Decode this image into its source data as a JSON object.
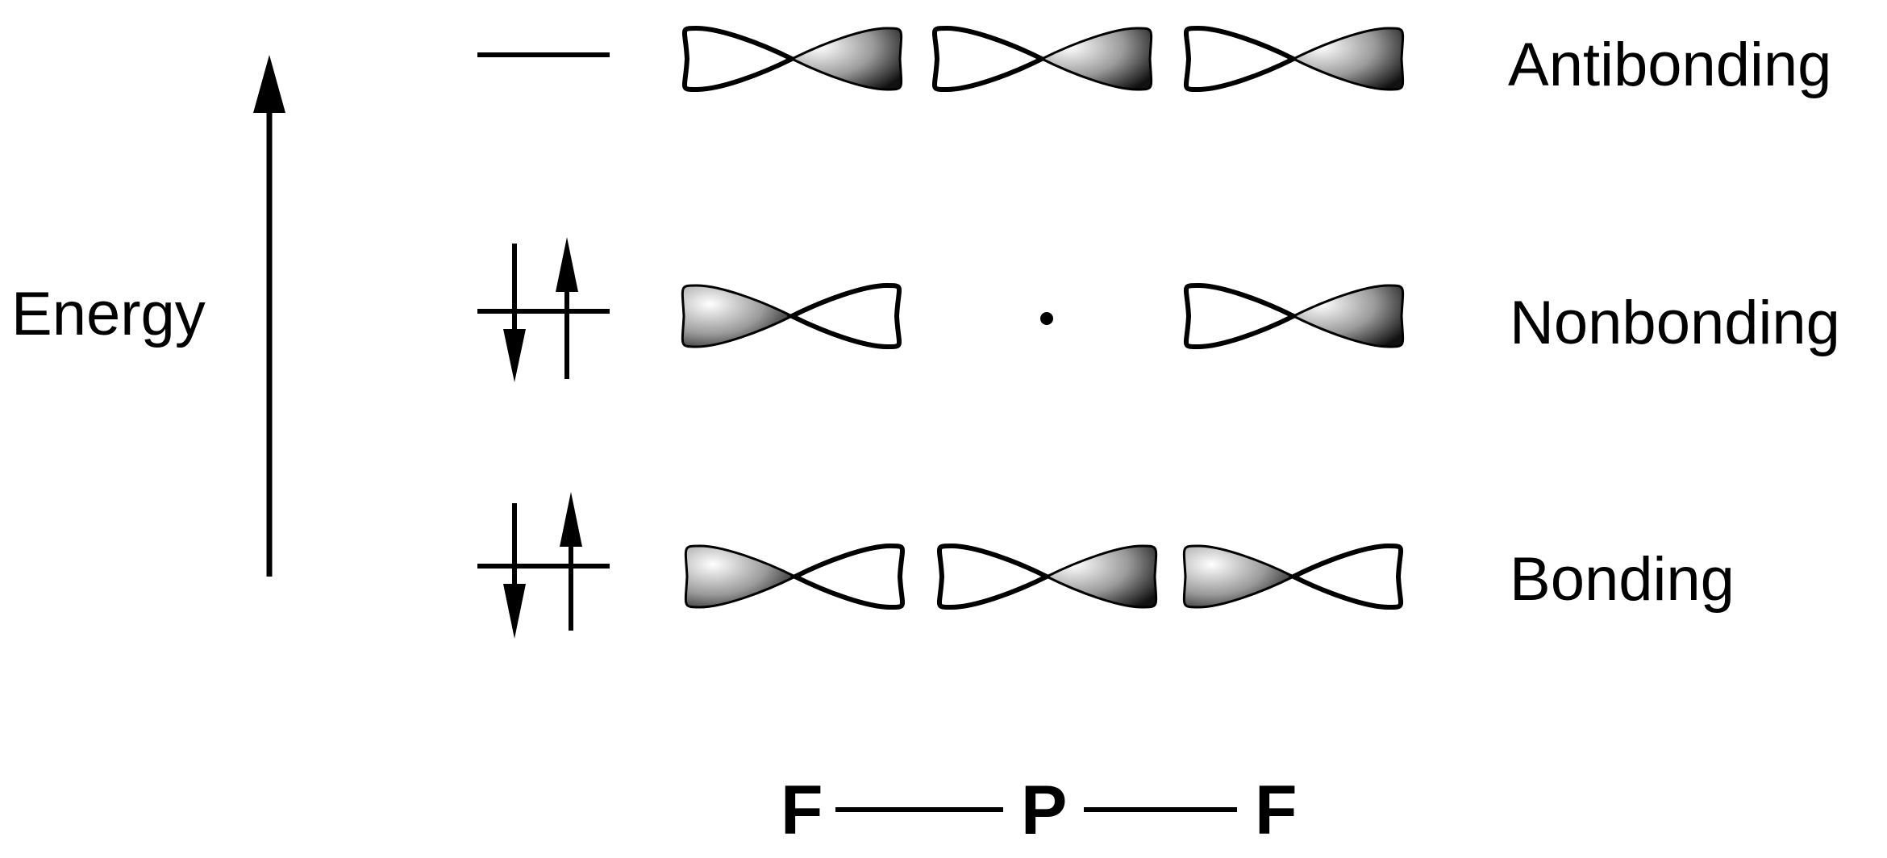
{
  "axis": {
    "label": "Energy"
  },
  "levels": [
    {
      "label": "Antibonding",
      "electrons": "",
      "orbitals": [
        "p-right-shaded",
        "p-right-shaded",
        "p-right-shaded"
      ]
    },
    {
      "label": "Nonbonding",
      "electrons": "paired",
      "orbitals": [
        "p-left-shaded",
        "node",
        "p-right-shaded"
      ]
    },
    {
      "label": "Bonding",
      "electrons": "paired",
      "orbitals": [
        "p-left-shaded",
        "p-right-shaded",
        "p-left-shaded"
      ]
    }
  ],
  "molecule": {
    "atoms": [
      "F",
      "P",
      "F"
    ]
  }
}
